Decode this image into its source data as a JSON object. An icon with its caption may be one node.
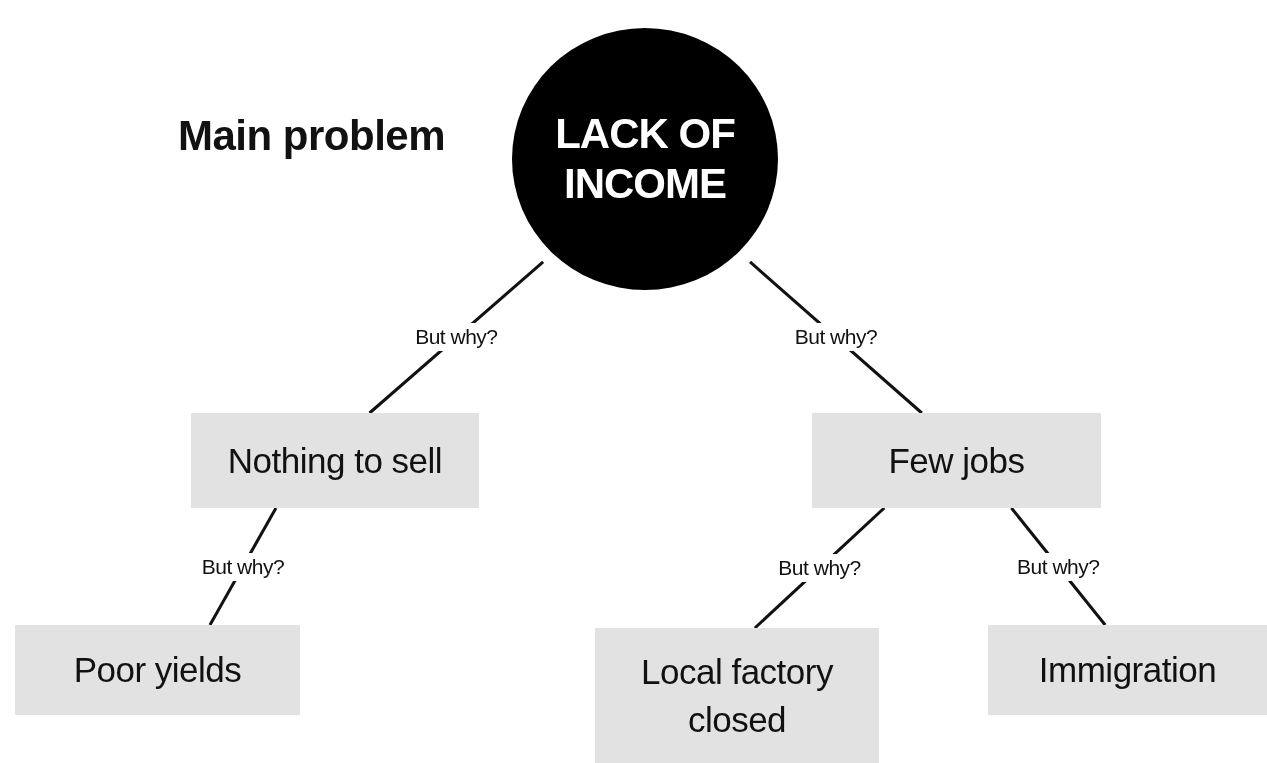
{
  "diagram": {
    "nodes": [
      {
        "text": [
          "LACK OF INCOME"
        ],
        "beside": [
          "Main problem"
        ]
      },
      {
        "text": [
          "Nothing to sell"
        ]
      },
      {
        "text": [
          "Few jobs"
        ]
      },
      {
        "text": [
          "Poor yields"
        ]
      },
      {
        "text": [
          "Local factory closed"
        ]
      },
      {
        "text": [
          "Immigration"
        ]
      }
    ],
    "edges": [
      {
        "from": 0,
        "to": 1,
        "arrow": "none",
        "label": "But why?"
      },
      {
        "from": 0,
        "to": 2,
        "arrow": "none",
        "label": "But why?"
      },
      {
        "from": 1,
        "to": 3,
        "arrow": "none",
        "label": "But why?"
      },
      {
        "from": 2,
        "to": 4,
        "arrow": "none",
        "label": "But why?"
      },
      {
        "from": 2,
        "to": 5,
        "arrow": "none",
        "label": "But why?"
      }
    ]
  }
}
